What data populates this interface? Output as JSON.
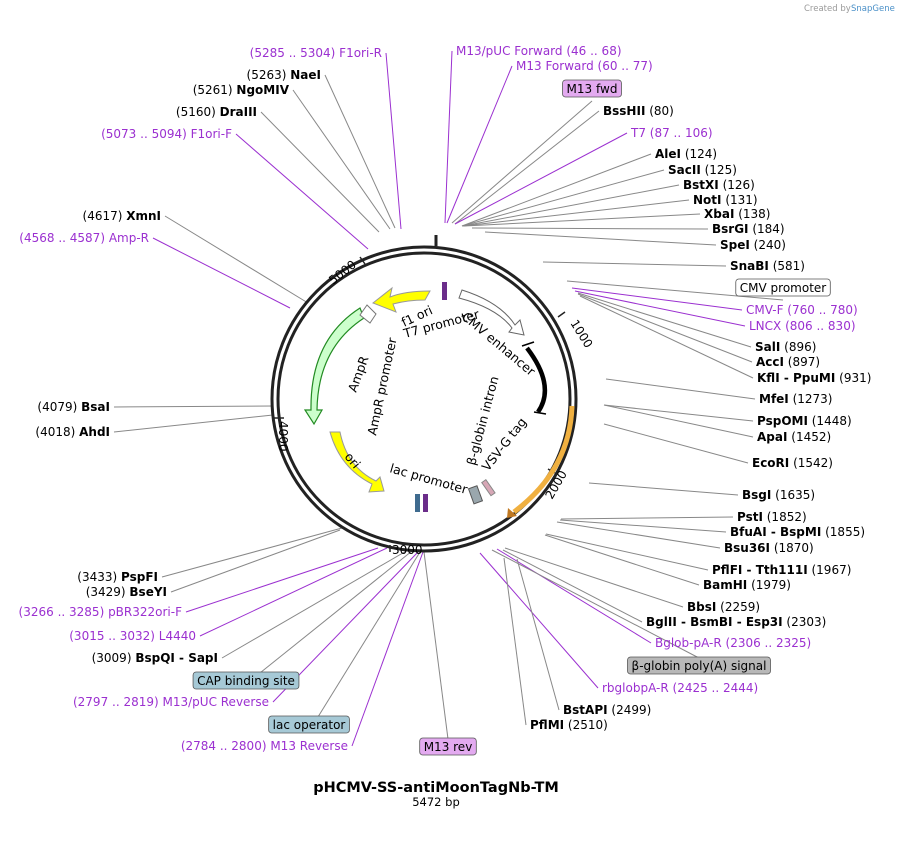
{
  "credit": {
    "prefix": "Created by",
    "brand": "SnapGene"
  },
  "plasmid": {
    "name": "pHCMV-SS-antiMoonTagNb-TM",
    "size": "5472 bp"
  },
  "ticks": [
    "1000",
    "2000",
    "3000",
    "4000",
    "5000"
  ],
  "labels": [
    {
      "type": "primer",
      "pos": "(5285 .. 5304)",
      "name": "F1ori-R"
    },
    {
      "type": "site",
      "pos": "(5263)",
      "name": "NaeI"
    },
    {
      "type": "site",
      "pos": "(5261)",
      "name": "NgoMIV"
    },
    {
      "type": "site",
      "pos": "(5160)",
      "name": "DraIII"
    },
    {
      "type": "primer",
      "pos": "(5073 .. 5094)",
      "name": "F1ori-F"
    },
    {
      "type": "site",
      "pos": "(4617)",
      "name": "XmnI"
    },
    {
      "type": "primer",
      "pos": "(4568 .. 4587)",
      "name": "Amp-R"
    },
    {
      "type": "site",
      "pos": "(4079)",
      "name": "BsaI"
    },
    {
      "type": "site",
      "pos": "(4018)",
      "name": "AhdI"
    },
    {
      "type": "site",
      "pos": "(3433)",
      "name": "PspFI"
    },
    {
      "type": "site",
      "pos": "(3429)",
      "name": "BseYI"
    },
    {
      "type": "primer",
      "pos": "(3266 .. 3285)",
      "name": "pBR322ori-F"
    },
    {
      "type": "primer",
      "pos": "(3015 .. 3032)",
      "name": "L4440"
    },
    {
      "type": "site",
      "pos": "(3009)",
      "name": "BspQI - SapI"
    },
    {
      "type": "feature",
      "name": "CAP binding site",
      "color": "#a6c9d6"
    },
    {
      "type": "primer",
      "pos": "(2797 .. 2819)",
      "name": "M13/pUC Reverse"
    },
    {
      "type": "feature",
      "name": "lac operator",
      "color": "#a6c9d6"
    },
    {
      "type": "primer",
      "pos": "(2784 .. 2800)",
      "name": "M13 Reverse"
    },
    {
      "type": "feature",
      "name": "M13 rev",
      "color": "#e3aaf0"
    },
    {
      "type": "primer",
      "pos": "(46 .. 68)",
      "name": "M13/pUC Forward"
    },
    {
      "type": "primer",
      "pos": "(60 .. 77)",
      "name": "M13 Forward"
    },
    {
      "type": "feature",
      "name": "M13 fwd",
      "color": "#e3aaf0"
    },
    {
      "type": "site",
      "pos": "(80)",
      "name": "BssHII"
    },
    {
      "type": "primer",
      "pos": "(87 .. 106)",
      "name": "T7"
    },
    {
      "type": "site",
      "pos": "(124)",
      "name": "AleI"
    },
    {
      "type": "site",
      "pos": "(125)",
      "name": "SacII"
    },
    {
      "type": "site",
      "pos": "(126)",
      "name": "BstXI"
    },
    {
      "type": "site",
      "pos": "(131)",
      "name": "NotI"
    },
    {
      "type": "site",
      "pos": "(138)",
      "name": "XbaI"
    },
    {
      "type": "site",
      "pos": "(184)",
      "name": "BsrGI"
    },
    {
      "type": "site",
      "pos": "(240)",
      "name": "SpeI"
    },
    {
      "type": "site",
      "pos": "(581)",
      "name": "SnaBI"
    },
    {
      "type": "feature",
      "name": "CMV promoter",
      "color": "#ffffff"
    },
    {
      "type": "primer",
      "pos": "(760 .. 780)",
      "name": "CMV-F"
    },
    {
      "type": "primer",
      "pos": "(806 .. 830)",
      "name": "LNCX"
    },
    {
      "type": "site",
      "pos": "(896)",
      "name": "SalI"
    },
    {
      "type": "site",
      "pos": "(897)",
      "name": "AccI"
    },
    {
      "type": "site",
      "pos": "(931)",
      "name": "KflI - PpuMI"
    },
    {
      "type": "site",
      "pos": "(1273)",
      "name": "MfeI"
    },
    {
      "type": "site",
      "pos": "(1448)",
      "name": "PspOMI"
    },
    {
      "type": "site",
      "pos": "(1452)",
      "name": "ApaI"
    },
    {
      "type": "site",
      "pos": "(1542)",
      "name": "EcoRI"
    },
    {
      "type": "site",
      "pos": "(1635)",
      "name": "BsgI"
    },
    {
      "type": "site",
      "pos": "(1852)",
      "name": "PstI"
    },
    {
      "type": "site",
      "pos": "(1855)",
      "name": "BfuAI - BspMI"
    },
    {
      "type": "site",
      "pos": "(1870)",
      "name": "Bsu36I"
    },
    {
      "type": "site",
      "pos": "(1967)",
      "name": "PflFI - Tth111I"
    },
    {
      "type": "site",
      "pos": "(1979)",
      "name": "BamHI"
    },
    {
      "type": "site",
      "pos": "(2259)",
      "name": "BbsI"
    },
    {
      "type": "site",
      "pos": "(2303)",
      "name": "BglII - BsmBI - Esp3I"
    },
    {
      "type": "primer",
      "pos": "(2306 .. 2325)",
      "name": "Bglob-pA-R"
    },
    {
      "type": "feature",
      "name": "β-globin poly(A) signal",
      "color": "#b8b8b8"
    },
    {
      "type": "primer",
      "pos": "(2425 .. 2444)",
      "name": "rbglobpA-R"
    },
    {
      "type": "site",
      "pos": "(2499)",
      "name": "BstAPI"
    },
    {
      "type": "site",
      "pos": "(2510)",
      "name": "PflMI"
    }
  ],
  "inner_features": [
    {
      "name": "f1 ori",
      "color": "#ffff00"
    },
    {
      "name": "AmpR",
      "color": "#ccffcc"
    },
    {
      "name": "AmpR promoter",
      "color": "#ffffff"
    },
    {
      "name": "ori",
      "color": "#ffff00"
    },
    {
      "name": "lac promoter",
      "color": "#ffffff"
    },
    {
      "name": "T7 promoter",
      "color": "#ffffff"
    },
    {
      "name": "CMV enhancer",
      "color": "#ffffff"
    },
    {
      "name": "β-globin intron",
      "color": "#000000"
    },
    {
      "name": "VSV-G tag",
      "color": "#d7a7b6"
    }
  ],
  "colors": {
    "primer": "#9b30d0",
    "site": "#000000",
    "backbone": "#222222",
    "leader": "#888888"
  }
}
